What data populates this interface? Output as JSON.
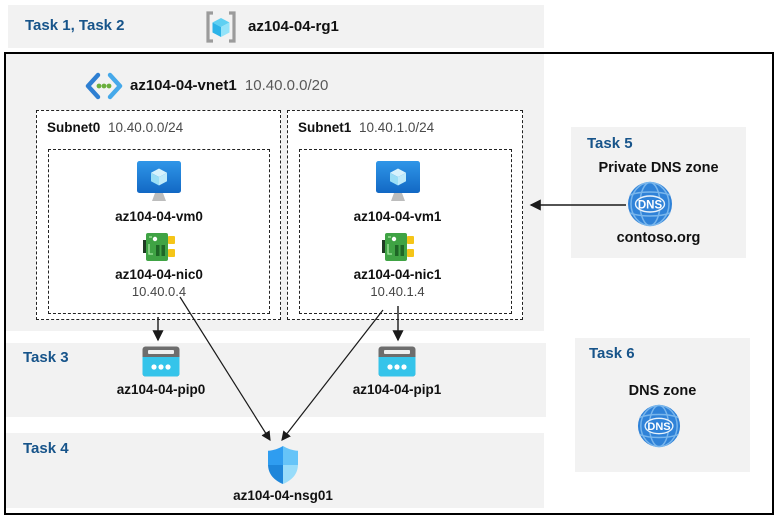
{
  "header": {
    "tasks_label": "Task 1, Task 2",
    "resource_group_name": "az104-04-rg1"
  },
  "vnet": {
    "name": "az104-04-vnet1",
    "cidr": "10.40.0.0/20",
    "subnets": [
      {
        "name": "Subnet0",
        "cidr": "10.40.0.0/24",
        "vm_name": "az104-04-vm0",
        "nic_name": "az104-04-nic0",
        "nic_ip": "10.40.0.4"
      },
      {
        "name": "Subnet1",
        "cidr": "10.40.1.0/24",
        "vm_name": "az104-04-vm1",
        "nic_name": "az104-04-nic1",
        "nic_ip": "10.40.1.4"
      }
    ]
  },
  "task3": {
    "label": "Task 3",
    "pip0_name": "az104-04-pip0",
    "pip1_name": "az104-04-pip1"
  },
  "task4": {
    "label": "Task 4",
    "nsg_name": "az104-04-nsg01"
  },
  "task5": {
    "label": "Task 5",
    "title": "Private DNS zone",
    "zone_name": "contoso.org",
    "icon_text": "DNS"
  },
  "task6": {
    "label": "Task 6",
    "title": "DNS zone",
    "icon_text": "DNS"
  },
  "colors": {
    "task_label_blue": "#17548a",
    "band_gray": "#f2f2f2",
    "muted_gray": "#595959",
    "vm_blue": "#1e7fd9",
    "nic_green": "#3fa344",
    "pip_cyan": "#35c4ea",
    "dns_blue": "#2f82d8"
  }
}
